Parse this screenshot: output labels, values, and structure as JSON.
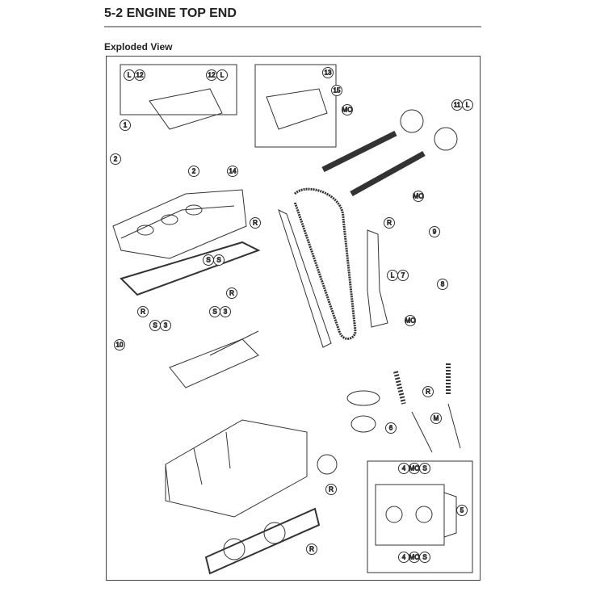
{
  "header": {
    "title": "5-2 ENGINE TOP END",
    "subtitle": "Exploded View"
  },
  "callouts": [
    {
      "id": "c1",
      "labels": [
        "L",
        "12"
      ]
    },
    {
      "id": "c2",
      "labels": [
        "12",
        "L"
      ]
    },
    {
      "id": "c3",
      "labels": [
        "13"
      ]
    },
    {
      "id": "c4",
      "labels": [
        "15"
      ]
    },
    {
      "id": "c5",
      "labels": [
        "MO"
      ]
    },
    {
      "id": "c6",
      "labels": [
        "11",
        "L"
      ]
    },
    {
      "id": "c7",
      "labels": [
        "1"
      ]
    },
    {
      "id": "c8",
      "labels": [
        "2"
      ]
    },
    {
      "id": "c9",
      "labels": [
        "2"
      ]
    },
    {
      "id": "c10",
      "labels": [
        "14"
      ]
    },
    {
      "id": "c11",
      "labels": [
        "MO"
      ]
    },
    {
      "id": "c12",
      "labels": [
        "R"
      ]
    },
    {
      "id": "c13",
      "labels": [
        "R"
      ]
    },
    {
      "id": "c14",
      "labels": [
        "9"
      ]
    },
    {
      "id": "c15",
      "labels": [
        "S",
        "S"
      ]
    },
    {
      "id": "c16",
      "labels": [
        "L",
        "7"
      ]
    },
    {
      "id": "c17",
      "labels": [
        "8"
      ]
    },
    {
      "id": "c18",
      "labels": [
        "R"
      ]
    },
    {
      "id": "c19",
      "labels": [
        "R"
      ]
    },
    {
      "id": "c20",
      "labels": [
        "S",
        "3"
      ]
    },
    {
      "id": "c21",
      "labels": [
        "MO"
      ]
    },
    {
      "id": "c22",
      "labels": [
        "S",
        "3"
      ]
    },
    {
      "id": "c23",
      "labels": [
        "10"
      ]
    },
    {
      "id": "c24",
      "labels": [
        "R"
      ]
    },
    {
      "id": "c25",
      "labels": [
        "M"
      ]
    },
    {
      "id": "c26",
      "labels": [
        "6"
      ]
    },
    {
      "id": "c27",
      "labels": [
        "R"
      ]
    },
    {
      "id": "c28",
      "labels": [
        "4",
        "MO",
        "S"
      ]
    },
    {
      "id": "c29",
      "labels": [
        "5"
      ]
    },
    {
      "id": "c30",
      "labels": [
        "4",
        "MO",
        "S"
      ]
    },
    {
      "id": "c31",
      "labels": [
        "R"
      ]
    }
  ]
}
